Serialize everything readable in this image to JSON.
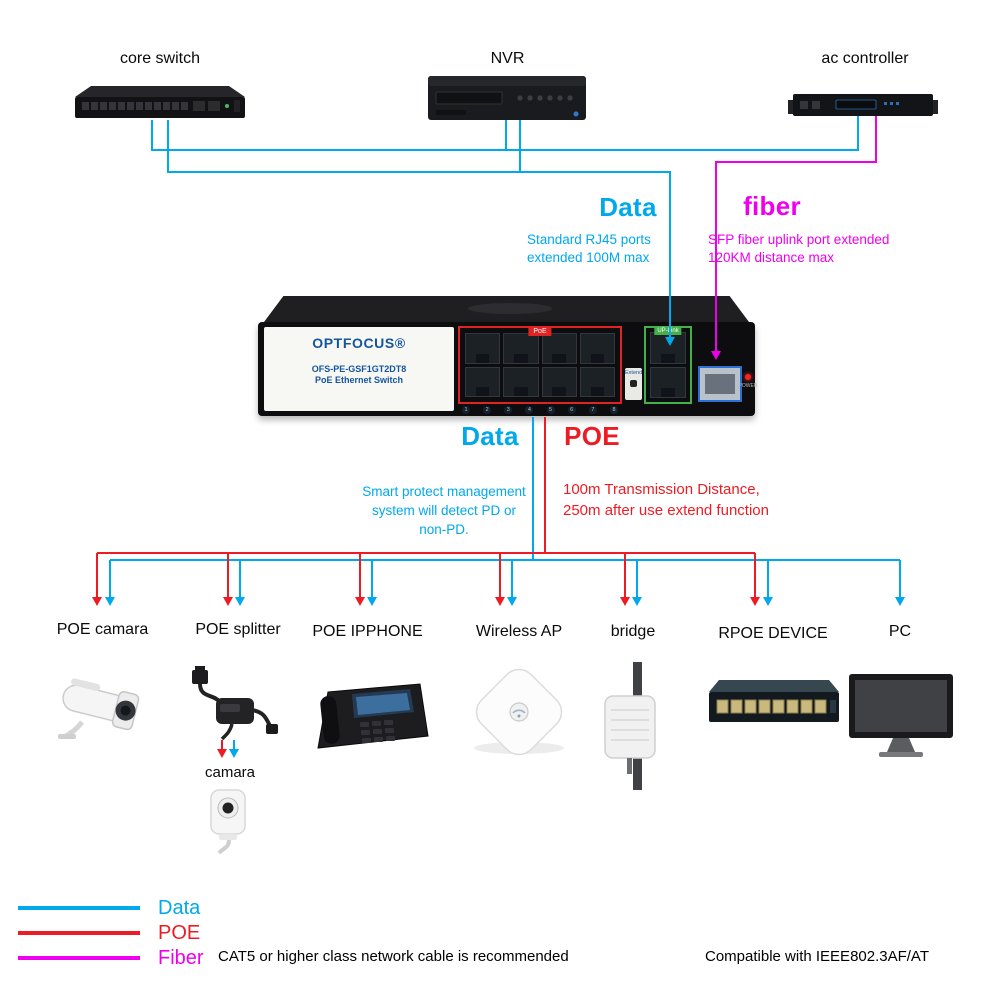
{
  "colors": {
    "data": "#00A8EC",
    "poe": "#ED1C24",
    "fiber": "#EE00EE"
  },
  "top_row": {
    "core_switch": "core switch",
    "nvr": "NVR",
    "ac_controller": "ac controller"
  },
  "uplink_notes": {
    "data_title": "Data",
    "data_line1": "Standard RJ45 ports",
    "data_line2": "extended 100M max",
    "fiber_title": "fiber",
    "fiber_line1": "SFP fiber uplink port extended",
    "fiber_line2": "120KM distance max"
  },
  "switch": {
    "brand": "OPTFOCUS®",
    "model": "OFS-PE-GSF1GT2DT8",
    "type": "PoE Ethernet Switch",
    "poe_label": "PoE",
    "uplink_label": "UP-Link",
    "extend_label": "Extend",
    "power_label": "POWER",
    "ports": [
      "1",
      "2",
      "3",
      "4",
      "5",
      "6",
      "7",
      "8"
    ]
  },
  "downlink_notes": {
    "data_title": "Data",
    "poe_title": "POE",
    "smart_line1": "Smart protect management",
    "smart_line2": "system will detect PD or non-PD.",
    "distance_line1": "100m Transmission Distance,",
    "distance_line2": "250m after use extend function"
  },
  "device_labels": {
    "poe_camera": "POE camara",
    "poe_splitter": "POE splitter",
    "poe_ipphone": "POE IPPHONE",
    "wireless_ap": "Wireless AP",
    "bridge": "bridge",
    "rpoe_device": "RPOE DEVICE",
    "pc": "PC",
    "camera2": "camara"
  },
  "legend": {
    "data_label": "Data",
    "poe_label": "POE",
    "fiber_label": "Fiber",
    "cable_note": "CAT5 or higher class network cable is recommended",
    "compat_note": "Compatible with IEEE802.3AF/AT"
  }
}
